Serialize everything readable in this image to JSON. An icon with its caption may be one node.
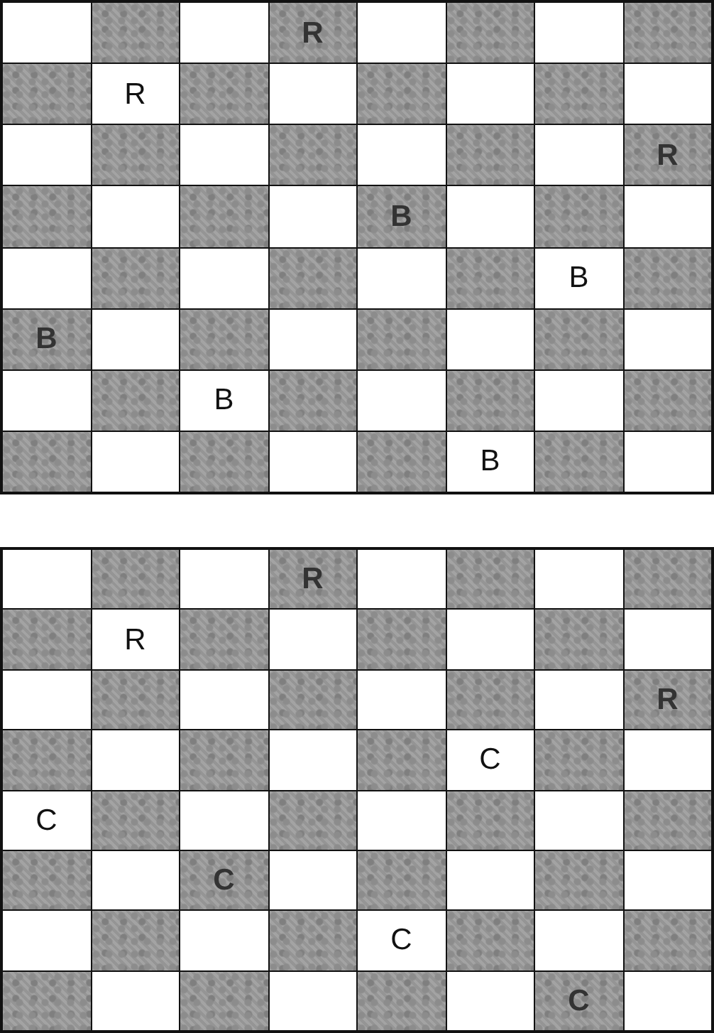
{
  "diagram": {
    "labels": [
      "R",
      "R",
      "R",
      "B",
      "B",
      "B",
      "B",
      "B",
      "R",
      "R",
      "R",
      "C",
      "C",
      "C",
      "C",
      "C"
    ]
  }
}
